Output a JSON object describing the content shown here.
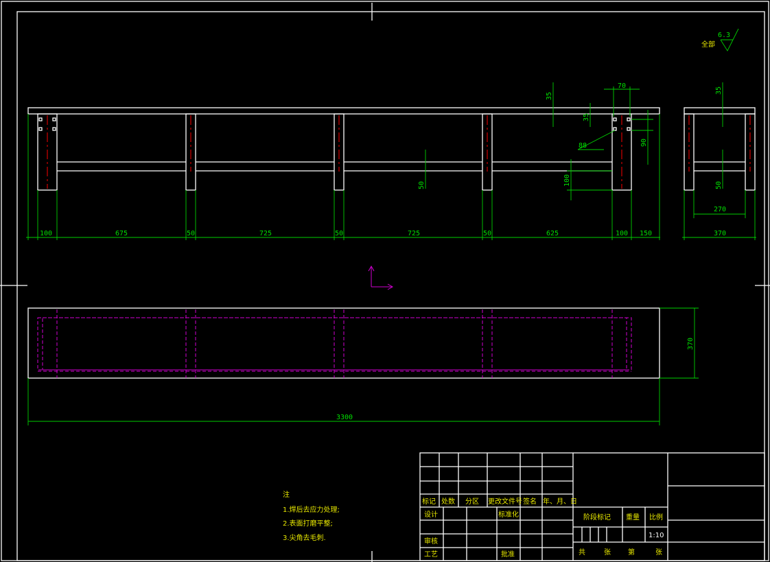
{
  "dimensions": {
    "d100_left": "100",
    "d675": "675",
    "d50_a": "50",
    "d725_a": "725",
    "d50_b": "50",
    "d725_b": "725",
    "d50_c": "50",
    "d625": "625",
    "d100_right": "100",
    "d150": "150",
    "d370_side": "370",
    "d270": "270",
    "d35_top": "35",
    "d35_small": "35",
    "d35_side": "35",
    "d70": "70",
    "d88": "88",
    "d90": "90",
    "d50_mid": "50",
    "d100_vert": "100",
    "d50_side": "50",
    "d370_plan": "370",
    "d3300": "3300"
  },
  "surface_finish": {
    "label": "全部",
    "value": "6.3"
  },
  "notes": {
    "title": "注",
    "items": [
      "1.焊后去应力处理;",
      "2.表面打磨平整;",
      "3.尖角去毛刺."
    ]
  },
  "title_block": {
    "row_labels": [
      "标记",
      "处数",
      "分区",
      "更改文件号",
      "签名",
      "年、月、日"
    ],
    "design": "设计",
    "standardize": "标准化",
    "review": "审核",
    "process": "工艺",
    "approve": "批准",
    "stage_mark": "阶段标记",
    "weight": "重量",
    "scale": "比例",
    "scale_value": "1:10",
    "total": "共",
    "sheets_a": "张",
    "page": "第",
    "sheets_b": "张"
  },
  "colors": {
    "outline": "#ffffff",
    "dimension": "#00d000",
    "centerline": "#d00000",
    "hidden": "#d000d0",
    "text": "#e6e600"
  }
}
